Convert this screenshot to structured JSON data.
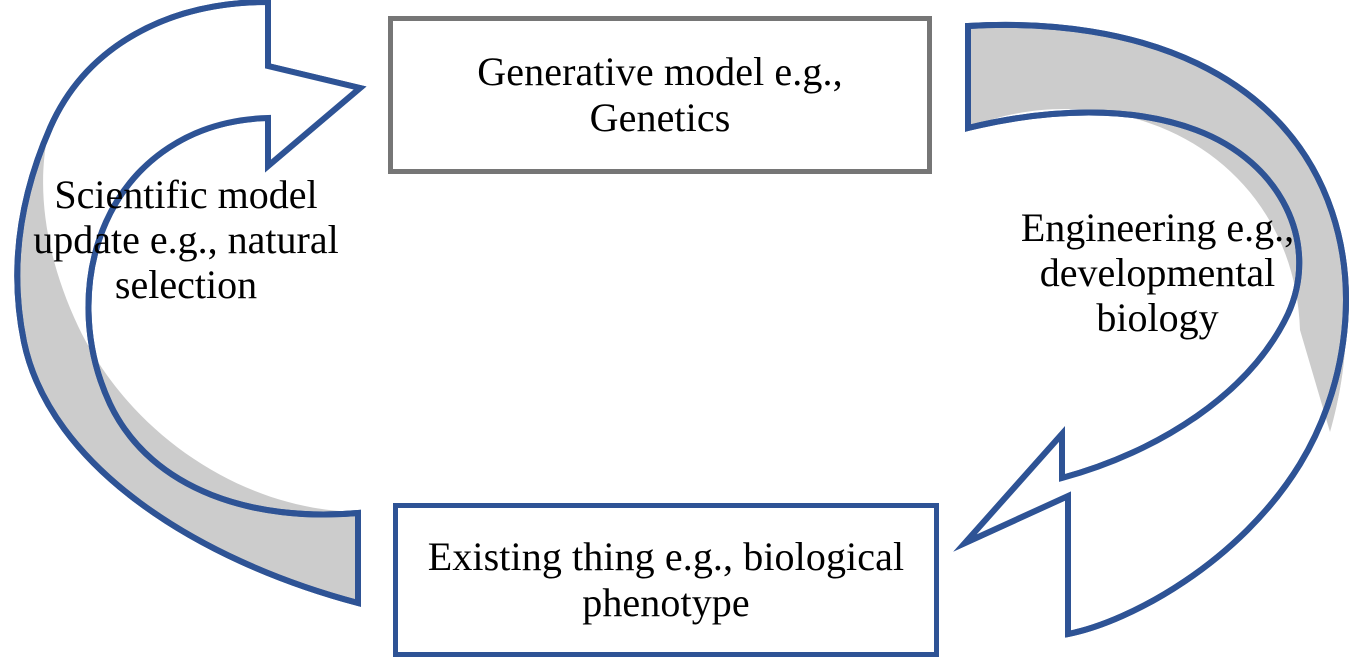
{
  "diagram": {
    "type": "cycle-diagram",
    "title": "",
    "colors": {
      "arrow_stroke": "#2E5395",
      "arrow_fill_tail": "#CCCCCC",
      "arrow_fill_head": "#FFFFFF",
      "top_box_border": "#767676",
      "bottom_box_border": "#2E5395",
      "text": "#000000",
      "background": "#FFFFFF"
    },
    "nodes": [
      {
        "id": "generative-model",
        "label": "Generative model e.g., Genetics",
        "border_color": "#767676"
      },
      {
        "id": "existing-thing",
        "label": "Existing thing e.g., biological phenotype",
        "border_color": "#2E5395"
      }
    ],
    "edges": [
      {
        "id": "engineering",
        "label": "Engineering e.g., developmental biology",
        "from": "generative-model",
        "to": "existing-thing",
        "side": "right",
        "direction": "clockwise-down"
      },
      {
        "id": "scientific-model-update",
        "label": "Scientific model update e.g., natural selection",
        "from": "existing-thing",
        "to": "generative-model",
        "side": "left",
        "direction": "counterclockwise-up"
      }
    ]
  }
}
